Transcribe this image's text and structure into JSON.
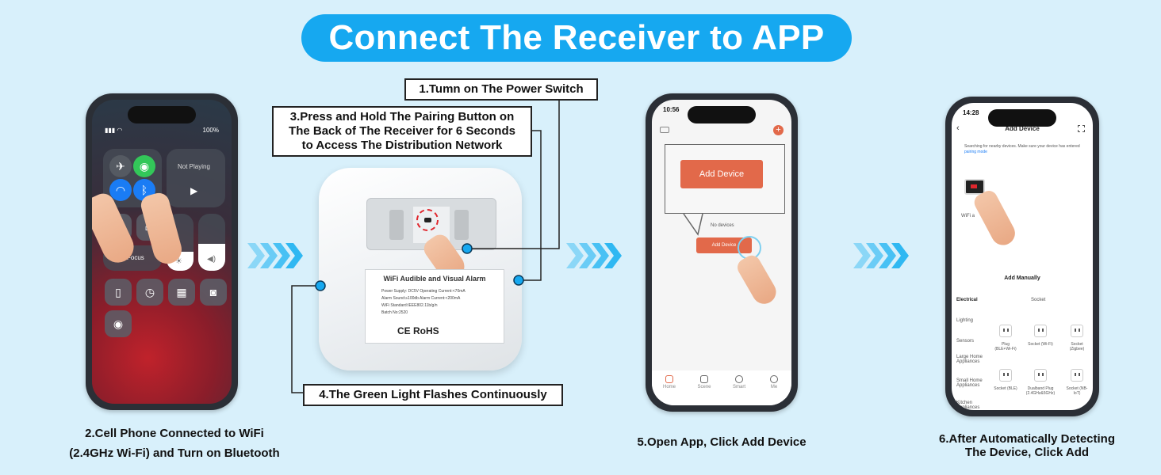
{
  "title": "Connect The Receiver to APP",
  "steps": {
    "step1": "1.Tumn on The Power Switch",
    "step2_line1": "2.Cell Phone Connected to WiFi",
    "step2_line2": "(2.4GHz Wi-Fi) and Turn on Bluetooth",
    "step3_line1": "3.Press and Hold The Pairing Button on",
    "step3_line2": "The Back of The Receiver for 6 Seconds",
    "step3_line3": "to Access The Distribution Network",
    "step4": "4.The Green Light Flashes Continuously",
    "step5": "5.Open App, Click Add Device",
    "step6_line1": "6.After Automatically Detecting",
    "step6_line2": "The Device, Click Add"
  },
  "phone1": {
    "battery": "100%",
    "now_playing": "Not Playing",
    "focus": "Focus"
  },
  "receiver": {
    "label_title": "WiFi Audible and Visual Alarm",
    "spec1": "Power Supply: DC5V    Operating Current:<70mA",
    "spec2": "Alarm Sound:≥100db    Alarm Current:<200mA",
    "spec3": "WiFi Standard:IEEE802.11b/g/n",
    "spec4": "Batch No:2520",
    "marks": "CE  RoHS"
  },
  "phone2": {
    "time": "10:56",
    "add_device": "Add Device",
    "add_device_small": "Add Device",
    "no_devices": "No devices",
    "tabs": [
      "Home",
      "Scene",
      "Smart",
      "Me"
    ]
  },
  "phone3": {
    "time": "14:28",
    "header": "Add Device",
    "searching": "Searching for nearby devices. Make sure your device has entered",
    "pairing_mode": "pairing mode",
    "add_manually": "Add Manually",
    "wifi_label": "WiFi a",
    "categories": [
      "Electrical",
      "Lighting",
      "Sensors",
      "Large Home Appliances",
      "Small Home Appliances",
      "Kitchen Appliances"
    ],
    "socket_header": "Socket",
    "row1": [
      "Plug (BLE+Wi-Fi)",
      "Socket (Wi-Fi)",
      "Socket (Zigbee)"
    ],
    "row2": [
      "Socket (BLE)",
      "Dualband Plug (2.4GHz&5GHz)",
      "Socket (NB-IoT)"
    ]
  },
  "colors": {
    "accent": "#16a8f0",
    "button": "#e2694a",
    "background": "#d8f0fb"
  }
}
